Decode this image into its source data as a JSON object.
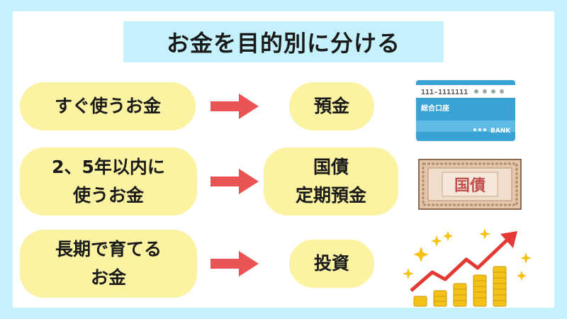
{
  "title": "お金を目的別に分ける",
  "rows": [
    {
      "source_lines": [
        "すぐ使うお金"
      ],
      "dest_lines": [
        "預金"
      ],
      "image": "bank-card",
      "card_number": "111-1111111",
      "card_account": "総合口座",
      "card_bank": "BANK"
    },
    {
      "source_lines": [
        "2、5年以内に",
        "使うお金"
      ],
      "dest_lines": [
        "国債",
        "定期預金"
      ],
      "image": "government-bond",
      "bond_label": "国債"
    },
    {
      "source_lines": [
        "長期で育てる",
        "お金"
      ],
      "dest_lines": [
        "投資"
      ],
      "image": "growth-chart-coins"
    }
  ],
  "colors": {
    "background": "#c4f1fb",
    "pill": "#fbf3a2",
    "arrow": "#ea5455",
    "card": "#3aa3d6",
    "bond": "#efd6c0",
    "gold": "#f3c117"
  }
}
